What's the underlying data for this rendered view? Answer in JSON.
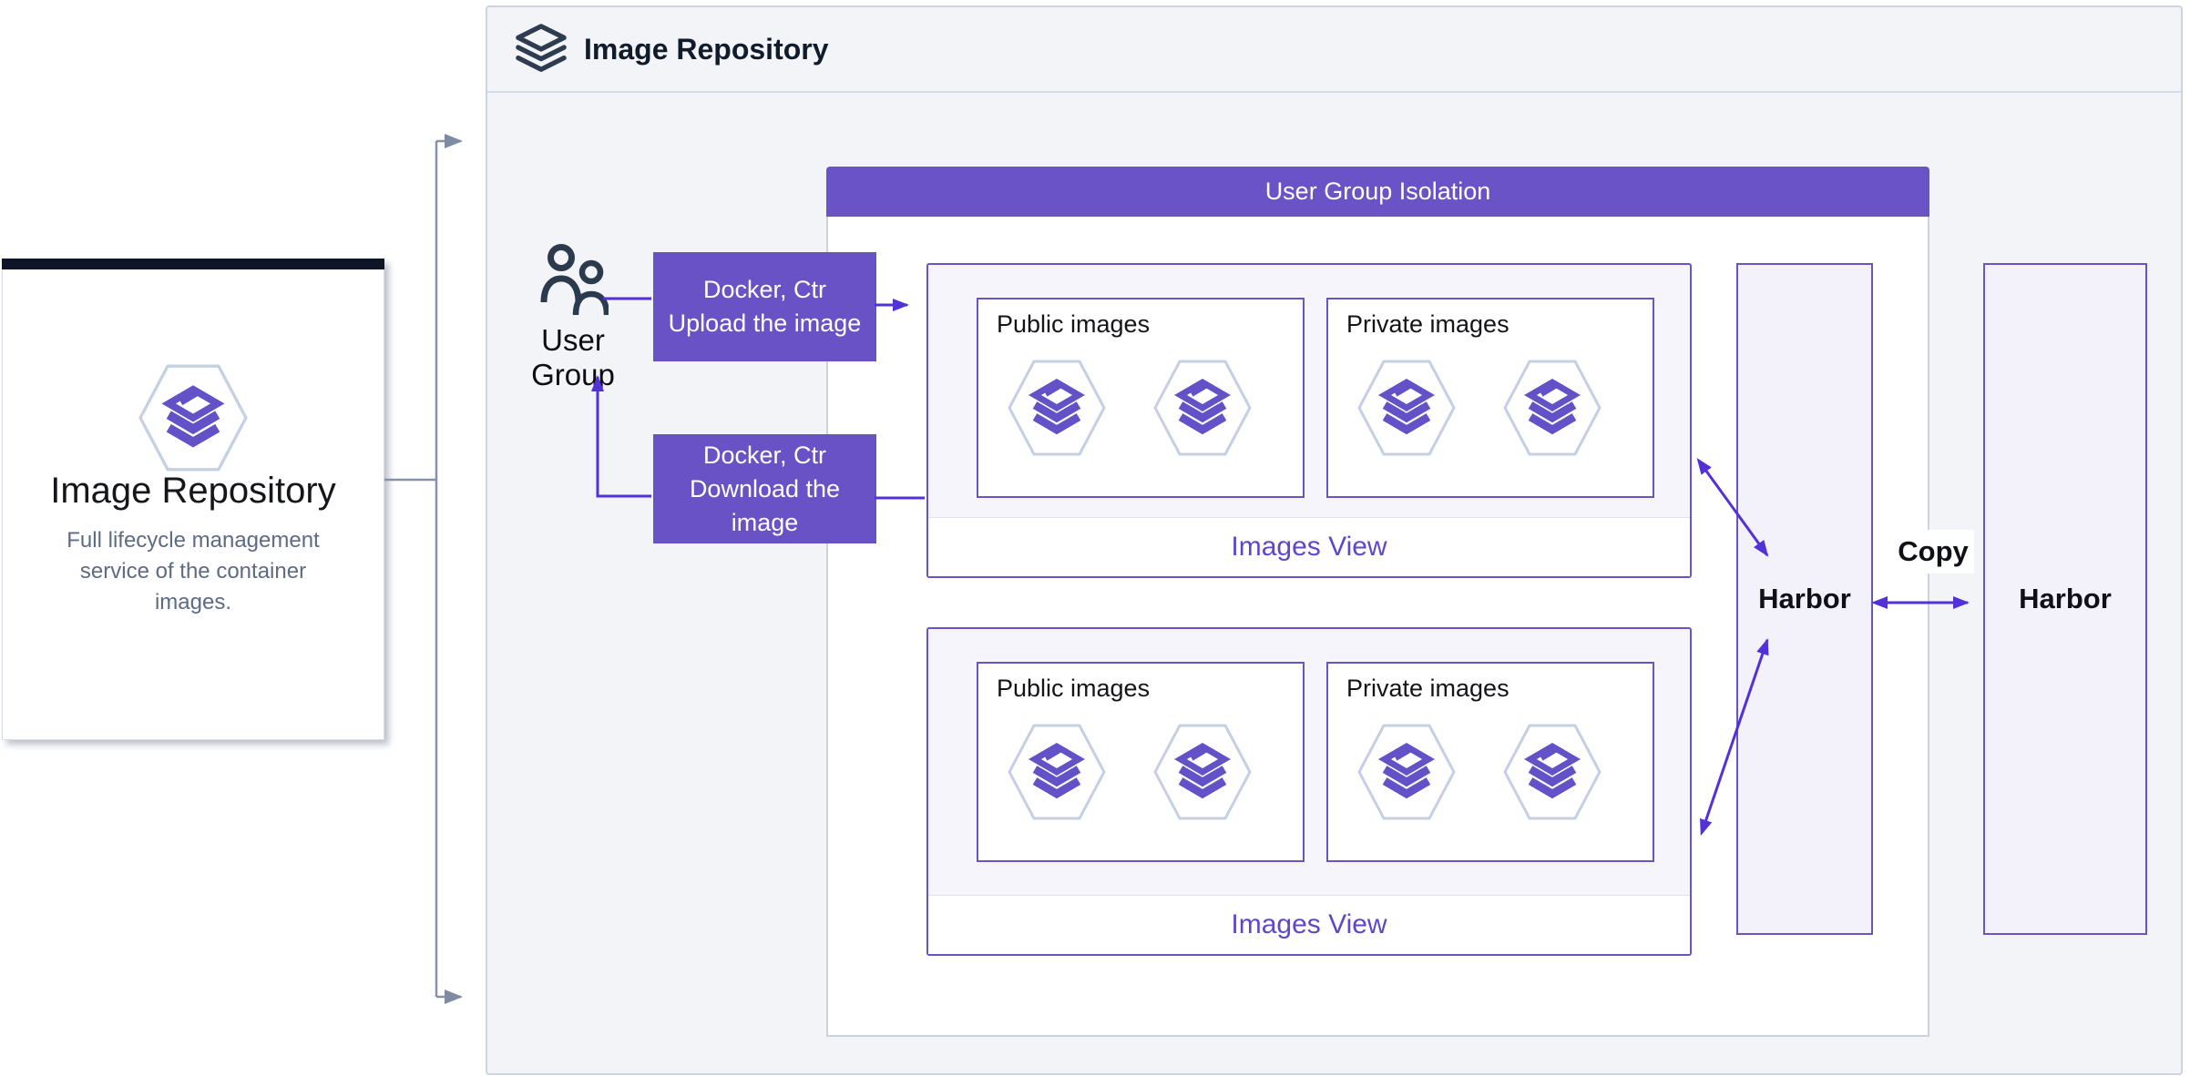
{
  "left_card": {
    "title": "Image Repository",
    "description": "Full lifecycle management service of the container images.",
    "icon": "container-layers-hexagon-icon"
  },
  "panel_header": {
    "title": "Image Repository",
    "icon": "layers-icon"
  },
  "isolation_group": {
    "title": "User Group Isolation"
  },
  "user_group": {
    "label": "User Group",
    "icon": "users-icon"
  },
  "flows": {
    "upload": {
      "line1": "Docker, Ctr",
      "line2": "Upload the image"
    },
    "download": {
      "line1": "Docker, Ctr",
      "line2": "Download the",
      "line3": "image"
    }
  },
  "image_views": {
    "top": {
      "public_label": "Public images",
      "private_label": "Private images",
      "footer_label": "Images View"
    },
    "bottom": {
      "public_label": "Public images",
      "private_label": "Private images",
      "footer_label": "Images View"
    }
  },
  "registries": {
    "inner_harbor": "Harbor",
    "outer_harbor": "Harbor",
    "copy_label": "Copy"
  },
  "colors": {
    "accent_purple": "#6a53c6",
    "node_border_purple": "#6b52c6",
    "arrow_purple": "#5331d8",
    "lavender_fill": "#f6f5fb",
    "harbor_fill": "#f3f1fa",
    "panel_bg": "#f3f4f8",
    "hexagon_border": "#c5d0e2",
    "dark_navy": "#0d1526",
    "icon_navy": "#2c3a4d",
    "connector_gray": "#8593aa",
    "images_view_text": "#5e48c8",
    "description_text": "#5d6b85"
  }
}
